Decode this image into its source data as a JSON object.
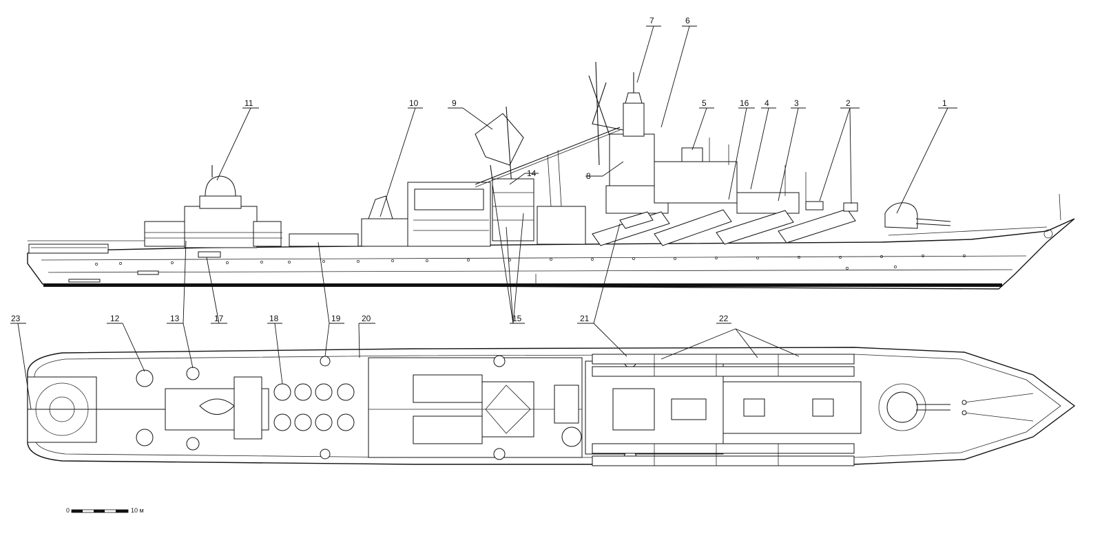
{
  "callouts": {
    "n1": "1",
    "n2": "2",
    "n3": "3",
    "n4": "4",
    "n5": "5",
    "n6": "6",
    "n7": "7",
    "n8": "8",
    "n9": "9",
    "n10": "10",
    "n11": "11",
    "n12": "12",
    "n13": "13",
    "n14": "14",
    "n15": "15",
    "n16": "16",
    "n17": "17",
    "n18": "18",
    "n19": "19",
    "n20": "20",
    "n21": "21",
    "n22": "22",
    "n23": "23"
  },
  "scale": {
    "start": "0",
    "end": "10 м"
  }
}
